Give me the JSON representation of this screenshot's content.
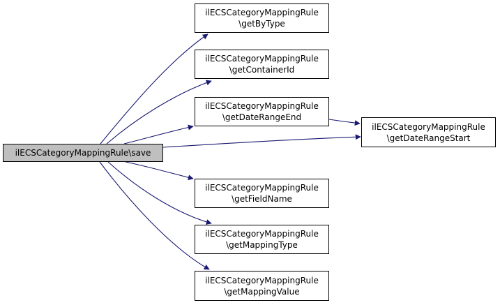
{
  "diagram": {
    "edge_color": "#191970",
    "root": {
      "id": "save",
      "label": "ilECSCategoryMappingRule\\save",
      "fill": "#bfbfbf"
    },
    "nodes": [
      {
        "id": "getByType",
        "line1": "ilECSCategoryMappingRule",
        "line2": "\\getByType"
      },
      {
        "id": "getContainerId",
        "line1": "ilECSCategoryMappingRule",
        "line2": "\\getContainerId"
      },
      {
        "id": "getDateRangeEnd",
        "line1": "ilECSCategoryMappingRule",
        "line2": "\\getDateRangeEnd"
      },
      {
        "id": "getDateRangeStart",
        "line1": "ilECSCategoryMappingRule",
        "line2": "\\getDateRangeStart"
      },
      {
        "id": "getFieldName",
        "line1": "ilECSCategoryMappingRule",
        "line2": "\\getFieldName"
      },
      {
        "id": "getMappingType",
        "line1": "ilECSCategoryMappingRule",
        "line2": "\\getMappingType"
      },
      {
        "id": "getMappingValue",
        "line1": "ilECSCategoryMappingRule",
        "line2": "\\getMappingValue"
      }
    ],
    "edges": [
      {
        "from": "save",
        "to": "getByType"
      },
      {
        "from": "save",
        "to": "getContainerId"
      },
      {
        "from": "save",
        "to": "getDateRangeEnd"
      },
      {
        "from": "save",
        "to": "getDateRangeStart"
      },
      {
        "from": "save",
        "to": "getFieldName"
      },
      {
        "from": "save",
        "to": "getMappingType"
      },
      {
        "from": "save",
        "to": "getMappingValue"
      },
      {
        "from": "getDateRangeEnd",
        "to": "getDateRangeStart"
      }
    ]
  }
}
